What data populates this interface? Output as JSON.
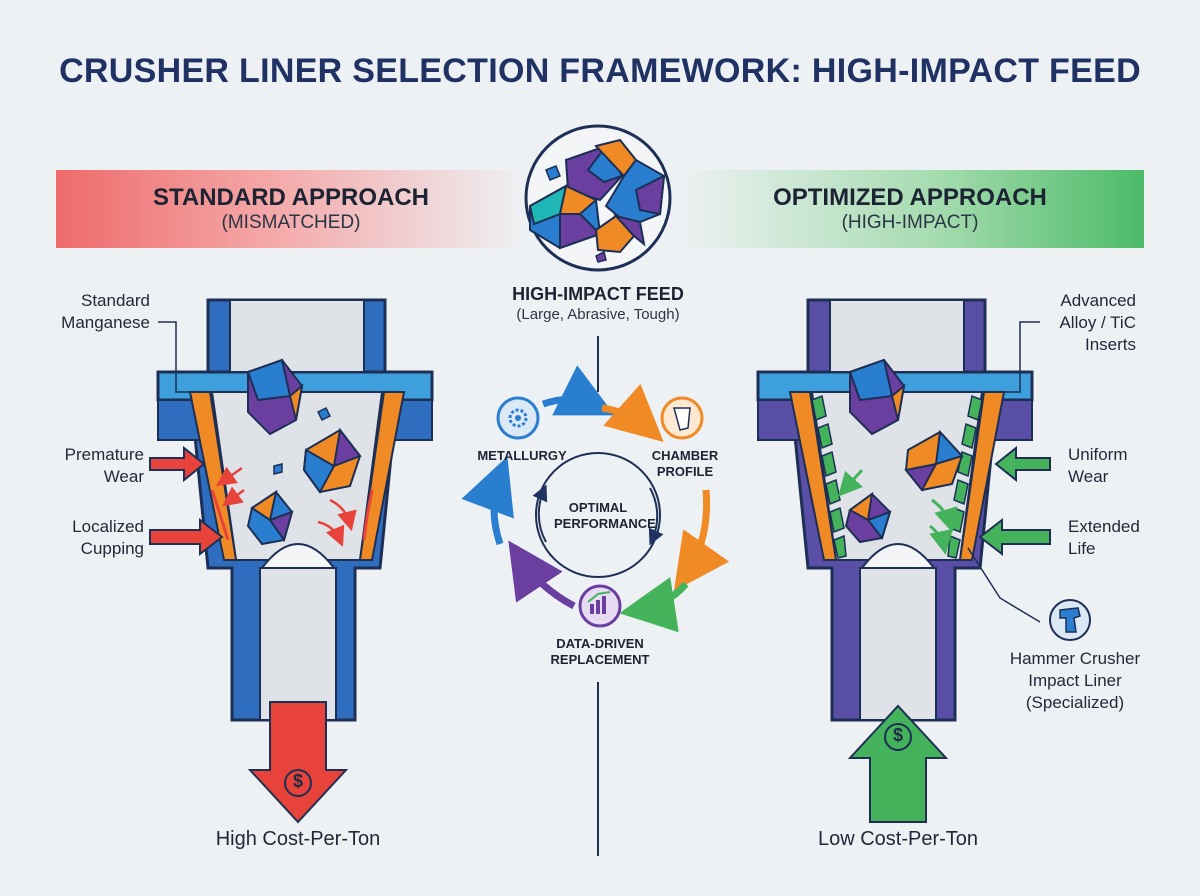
{
  "title": "CRUSHER LINER SELECTION FRAMEWORK: HIGH-IMPACT FEED",
  "left": {
    "heading": "STANDARD APPROACH",
    "subheading": "(MISMATCHED)",
    "labels": {
      "liner": "Standard Manganese",
      "wear": "Premature Wear",
      "cupping": "Localized Cupping"
    },
    "outcome": "High Cost-Per-Ton",
    "outcome_symbol": "$"
  },
  "right": {
    "heading": "OPTIMIZED APPROACH",
    "subheading": "(HIGH-IMPACT)",
    "labels": {
      "liner": "Advanced Alloy / TiC Inserts",
      "wear": "Uniform Wear",
      "life": "Extended Life",
      "hammer": "Hammer Crusher Impact Liner (Specialized)"
    },
    "outcome": "Low Cost-Per-Ton",
    "outcome_symbol": "$"
  },
  "center": {
    "feed_title": "HIGH-IMPACT FEED",
    "feed_sub": "(Large, Abrasive, Tough)",
    "cycle_center": "OPTIMAL PERFORMANCE",
    "cycle_steps": [
      "METALLURGY",
      "CHAMBER PROFILE",
      "DATA-DRIVEN REPLACEMENT"
    ]
  },
  "colors": {
    "title": "#1f3263",
    "red": "#e8433b",
    "green": "#45b35b",
    "blue": "#2a6ab8",
    "purple": "#5a4fa6",
    "orange": "#f08a24"
  },
  "icons": [
    "gear-icon",
    "chamber-profile-icon",
    "bar-chart-icon",
    "dollar-icon",
    "impact-liner-icon"
  ]
}
